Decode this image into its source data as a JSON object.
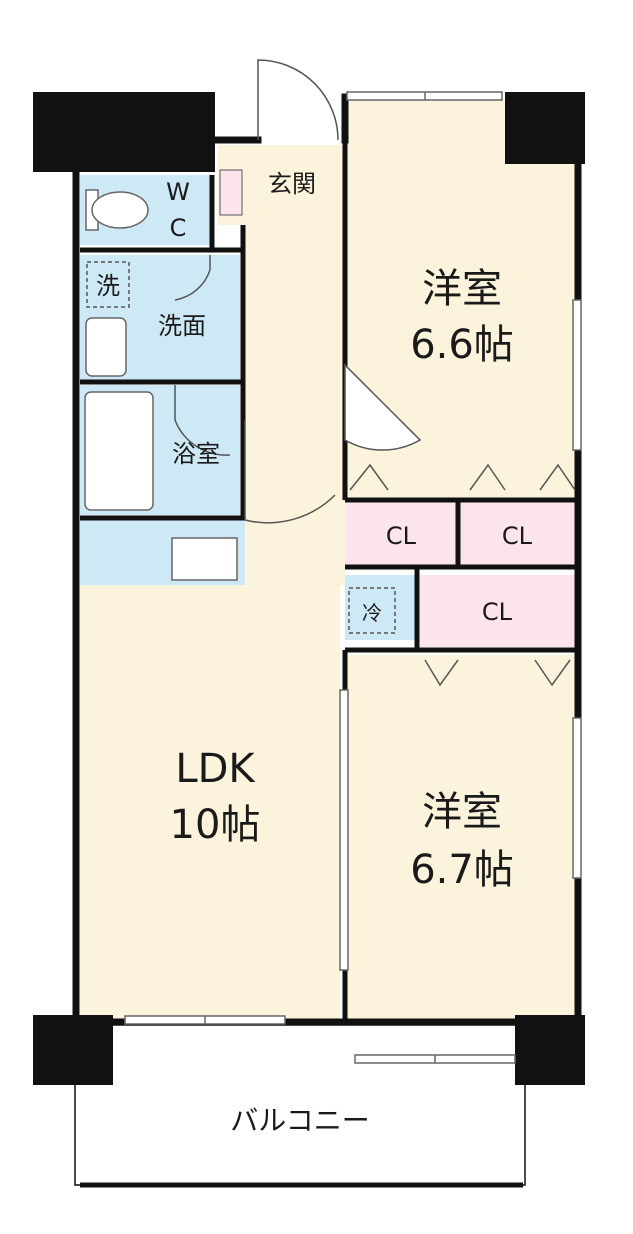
{
  "rooms": {
    "western_1": {
      "name": "洋室",
      "size": "6.6帖"
    },
    "western_2": {
      "name": "洋室",
      "size": "6.7帖"
    },
    "ldk": {
      "name": "LDK",
      "size": "10帖"
    },
    "entrance": "玄関",
    "toilet": {
      "line1": "W",
      "line2": "C"
    },
    "washroom": "洗面",
    "washer": "洗",
    "bath": "浴室",
    "fridge": "冷",
    "closet_1": "CL",
    "closet_2": "CL",
    "closet_3": "CL",
    "balcony": "バルコニー"
  },
  "colors": {
    "room_floor": "#fbf3dc",
    "wet_area": "#cde9f5",
    "closet": "#fbe4ec",
    "wall": "#111111",
    "line": "#555555"
  }
}
